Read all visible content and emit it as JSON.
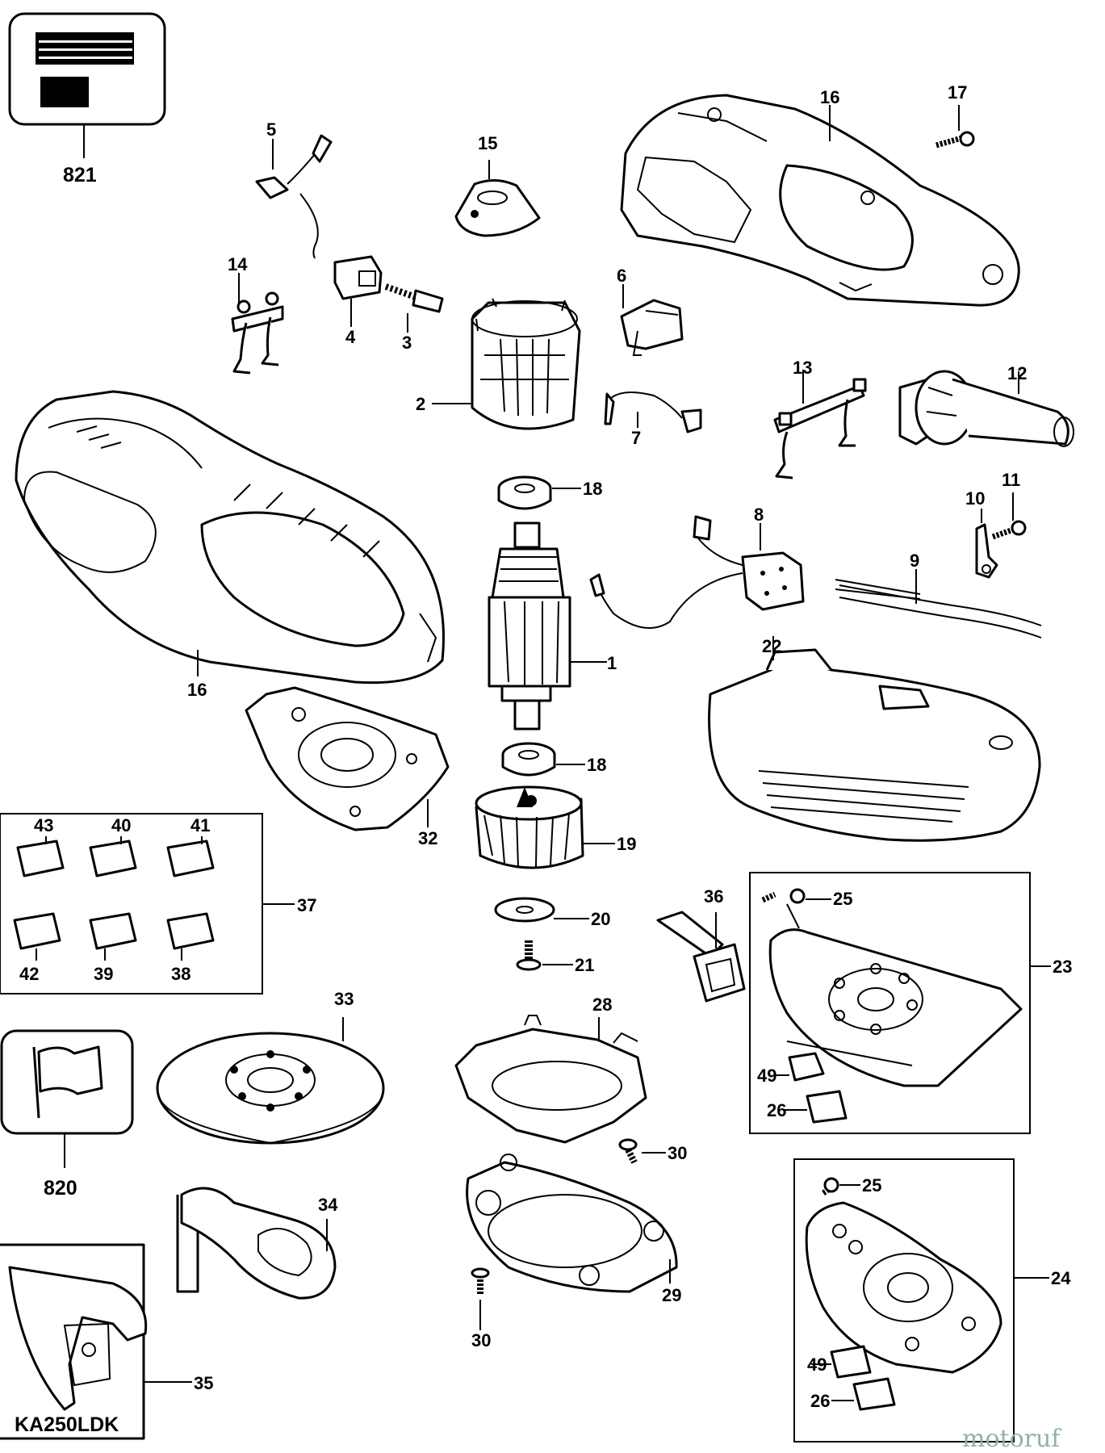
{
  "model": "KA250LDK",
  "watermark": "motoruf",
  "parts": [
    {
      "id": "p821",
      "number": "821",
      "name": "label"
    },
    {
      "id": "p820",
      "number": "820",
      "name": "flag"
    },
    {
      "id": "p1",
      "number": "1",
      "name": "armature"
    },
    {
      "id": "p2",
      "number": "2",
      "name": "field"
    },
    {
      "id": "p3",
      "number": "3",
      "name": "brush"
    },
    {
      "id": "p4",
      "number": "4",
      "name": "brush-holder"
    },
    {
      "id": "p5",
      "number": "5",
      "name": "terminal"
    },
    {
      "id": "p6",
      "number": "6",
      "name": "switch"
    },
    {
      "id": "p7",
      "number": "7",
      "name": "wire"
    },
    {
      "id": "p8",
      "number": "8",
      "name": "module"
    },
    {
      "id": "p9",
      "number": "9",
      "name": "cord"
    },
    {
      "id": "p10",
      "number": "10",
      "name": "clamp"
    },
    {
      "id": "p11",
      "number": "11",
      "name": "screw"
    },
    {
      "id": "p12",
      "number": "12",
      "name": "cord-protector"
    },
    {
      "id": "p13",
      "number": "13",
      "name": "brush-bracket"
    },
    {
      "id": "p14",
      "number": "14",
      "name": "brush-bracket"
    },
    {
      "id": "p15",
      "number": "15",
      "name": "knob"
    },
    {
      "id": "p16a",
      "number": "16",
      "name": "housing-half"
    },
    {
      "id": "p16b",
      "number": "16",
      "name": "housing-half"
    },
    {
      "id": "p17",
      "number": "17",
      "name": "screw"
    },
    {
      "id": "p18a",
      "number": "18",
      "name": "bearing"
    },
    {
      "id": "p18b",
      "number": "18",
      "name": "bearing"
    },
    {
      "id": "p19",
      "number": "19",
      "name": "fan"
    },
    {
      "id": "p20",
      "number": "20",
      "name": "washer"
    },
    {
      "id": "p21",
      "number": "21",
      "name": "screw"
    },
    {
      "id": "p22",
      "number": "22",
      "name": "nose-cover"
    },
    {
      "id": "p23",
      "number": "23",
      "name": "platen-assembly"
    },
    {
      "id": "p24",
      "number": "24",
      "name": "platen-assembly"
    },
    {
      "id": "p25a",
      "number": "25",
      "name": "screw"
    },
    {
      "id": "p25b",
      "number": "25",
      "name": "screw"
    },
    {
      "id": "p26a",
      "number": "26",
      "name": "pad"
    },
    {
      "id": "p26b",
      "number": "26",
      "name": "pad"
    },
    {
      "id": "p28",
      "number": "28",
      "name": "shroud"
    },
    {
      "id": "p29",
      "number": "29",
      "name": "base-ring"
    },
    {
      "id": "p30a",
      "number": "30",
      "name": "screw"
    },
    {
      "id": "p30b",
      "number": "30",
      "name": "screw"
    },
    {
      "id": "p32",
      "number": "32",
      "name": "platen"
    },
    {
      "id": "p33",
      "number": "33",
      "name": "round-pad"
    },
    {
      "id": "p34",
      "number": "34",
      "name": "finger-attachment"
    },
    {
      "id": "p35",
      "number": "35",
      "name": "case"
    },
    {
      "id": "p36",
      "number": "36",
      "name": "detail-attachment"
    },
    {
      "id": "p37",
      "number": "37",
      "name": "clip-set"
    },
    {
      "id": "p38",
      "number": "38",
      "name": "clip"
    },
    {
      "id": "p39",
      "number": "39",
      "name": "clip"
    },
    {
      "id": "p40",
      "number": "40",
      "name": "clip"
    },
    {
      "id": "p41",
      "number": "41",
      "name": "clip"
    },
    {
      "id": "p42",
      "number": "42",
      "name": "clip"
    },
    {
      "id": "p43",
      "number": "43",
      "name": "clip"
    },
    {
      "id": "p49a",
      "number": "49",
      "name": "pad"
    },
    {
      "id": "p49b",
      "number": "49",
      "name": "pad"
    }
  ]
}
